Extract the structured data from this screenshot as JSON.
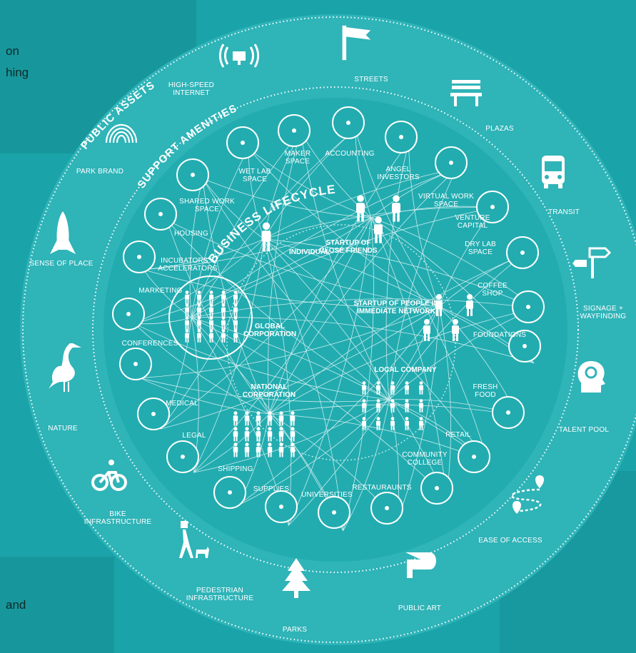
{
  "colors": {
    "background": "#1aa3a8",
    "outer_ring": "#34b8bc",
    "inner_circle": "#23aeb2",
    "line": "#ffffff",
    "text": "#ffffff"
  },
  "side_text": {
    "top_line1": "on",
    "top_line2": "hing",
    "bottom": "and"
  },
  "rings": {
    "public_assets": "PUBLIC ASSETS",
    "support_amenities": "SUPPORT AMENITIES",
    "business_lifecycle": "BUSINESS LIFECYCLE"
  },
  "public_assets": [
    {
      "label": "HIGH-SPEED\nINTERNET",
      "icon": "wifi-computer-icon"
    },
    {
      "label": "STREETS",
      "icon": "street-sign-icon"
    },
    {
      "label": "PLAZAS",
      "icon": "bench-icon"
    },
    {
      "label": "TRANSIT",
      "icon": "bus-icon"
    },
    {
      "label": "SIGNAGE +\nWAYFINDING",
      "icon": "signpost-icon"
    },
    {
      "label": "TALENT POOL",
      "icon": "head-gear-icon"
    },
    {
      "label": "EASE OF ACCESS",
      "icon": "map-route-icon"
    },
    {
      "label": "PUBLIC ART",
      "icon": "sculpture-icon"
    },
    {
      "label": "PARKS",
      "icon": "tree-icon"
    },
    {
      "label": "PEDESTRIAN\nINFRASTRUCTURE",
      "icon": "pedestrian-dog-icon"
    },
    {
      "label": "BIKE\nINFRASTRUCTURE",
      "icon": "bicycle-icon"
    },
    {
      "label": "NATURE",
      "icon": "heron-icon"
    },
    {
      "label": "SENSE OF PLACE",
      "icon": "rocket-icon"
    },
    {
      "label": "PARK BRAND",
      "icon": "fingerprint-icon"
    }
  ],
  "support_amenities": [
    {
      "label": "MAKER\nSPACE",
      "icon": "tools-icon"
    },
    {
      "label": "ACCOUNTING",
      "icon": "calculator-icon"
    },
    {
      "label": "ANGEL\nINVESTORS",
      "icon": "angel-icon"
    },
    {
      "label": "VIRTUAL WORK\nSPACE",
      "icon": "laptop-icon"
    },
    {
      "label": "VENTURE\nCAPITAL",
      "icon": "piggy-bank-icon"
    },
    {
      "label": "DRY LAB\nSPACE",
      "icon": "microscope-icon"
    },
    {
      "label": "COFFEE\nSHOP",
      "icon": "coffee-icon"
    },
    {
      "label": "FOUNDATIONS",
      "icon": "building-icon"
    },
    {
      "label": "FRESH\nFOOD",
      "icon": "apple-icon"
    },
    {
      "label": "RETAIL",
      "icon": "shopping-bag-icon"
    },
    {
      "label": "COMMUNITY\nCOLLEGE",
      "icon": "hand-paper-icon"
    },
    {
      "label": "RESTAURAUNTS",
      "icon": "burger-icon"
    },
    {
      "label": "UNIVERSITIES",
      "icon": "graduation-cap-icon"
    },
    {
      "label": "SUPPLIES",
      "icon": "tape-icon"
    },
    {
      "label": "SHIPPING",
      "icon": "truck-icon"
    },
    {
      "label": "LEGAL",
      "icon": "scales-icon"
    },
    {
      "label": "MEDICAL",
      "icon": "hospital-icon"
    },
    {
      "label": "CONFERENCES",
      "icon": "presentation-icon"
    },
    {
      "label": "MARKETING",
      "icon": "speech-bubble-icon"
    },
    {
      "label": "INCUBATORS +\nACCELERATORS",
      "icon": "incubator-icon"
    },
    {
      "label": "HOUSING",
      "icon": "house-icon"
    },
    {
      "label": "SHARED WORK\nSPACE",
      "icon": "meeting-table-icon"
    },
    {
      "label": "WET LAB\nSPACE",
      "icon": "flask-icon"
    }
  ],
  "lifecycle": [
    {
      "label": "INDIVIDUAL"
    },
    {
      "label": "STARTUP OF\nCLOSE FRIENDS"
    },
    {
      "label": "STARTUP OF PEOPLE IN\nIMMEDIATE NETWORK"
    },
    {
      "label": "LOCAL COMPANY"
    },
    {
      "label": "NATIONAL\nCORPORATION"
    },
    {
      "label": "GLOBAL\nCORPORATION"
    }
  ]
}
